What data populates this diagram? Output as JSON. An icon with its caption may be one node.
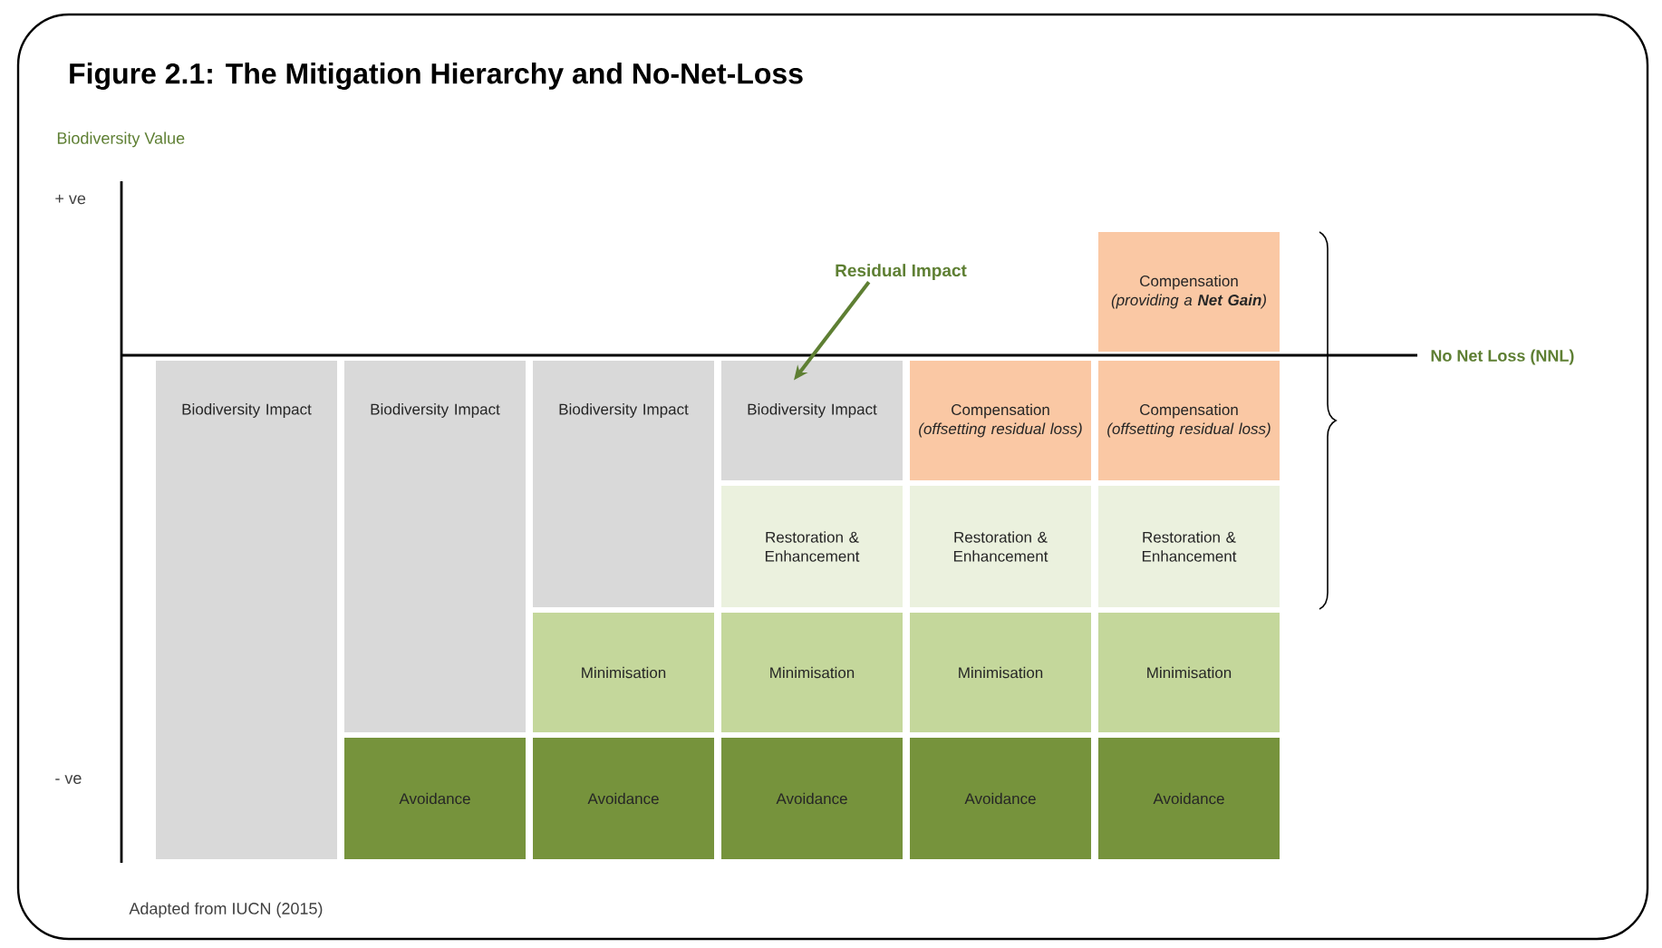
{
  "diagram": {
    "title": "Figure 2.1: The Mitigation Hierarchy and No-Net-Loss",
    "nodes": [
      {
        "text": [
          "Residual Impact"
        ]
      },
      {
        "text": [
          "Compensation",
          "(providing a **Net Gain**)"
        ]
      },
      {
        "text": [
          "Biodiversity Impact"
        ]
      },
      {
        "text": [
          "Biodiversity Impact"
        ]
      },
      {
        "text": [
          "Biodiversity Impact"
        ]
      },
      {
        "text": [
          "Biodiversity Impact"
        ]
      },
      {
        "text": [
          "Compensation",
          "(offsetting residual loss)"
        ]
      },
      {
        "text": [
          "Compensation",
          "(offsetting residual loss)"
        ]
      },
      {
        "text": [
          "Restoration & Enhancement"
        ]
      },
      {
        "text": [
          "Restoration & Enhancement"
        ]
      },
      {
        "text": [
          "Restoration & Enhancement"
        ]
      },
      {
        "text": [
          "Minimisation"
        ]
      },
      {
        "text": [
          "Minimisation"
        ]
      },
      {
        "text": [
          "Minimisation"
        ]
      },
      {
        "text": [
          "Minimisation"
        ]
      },
      {
        "text": [
          "Avoidance"
        ]
      },
      {
        "text": [
          "Avoidance"
        ]
      },
      {
        "text": [
          "Avoidance"
        ]
      },
      {
        "text": [
          "Avoidance"
        ]
      },
      {
        "text": [
          "Avoidance"
        ]
      }
    ],
    "edges": [
      {
        "from": 0,
        "to": 5,
        "arrow": "to"
      }
    ],
    "labels": [
      "Biodiversity Value",
      "+ ve",
      "No Net Loss (NNL)",
      "- ve",
      "Adapted from IUCN (2015)"
    ]
  }
}
